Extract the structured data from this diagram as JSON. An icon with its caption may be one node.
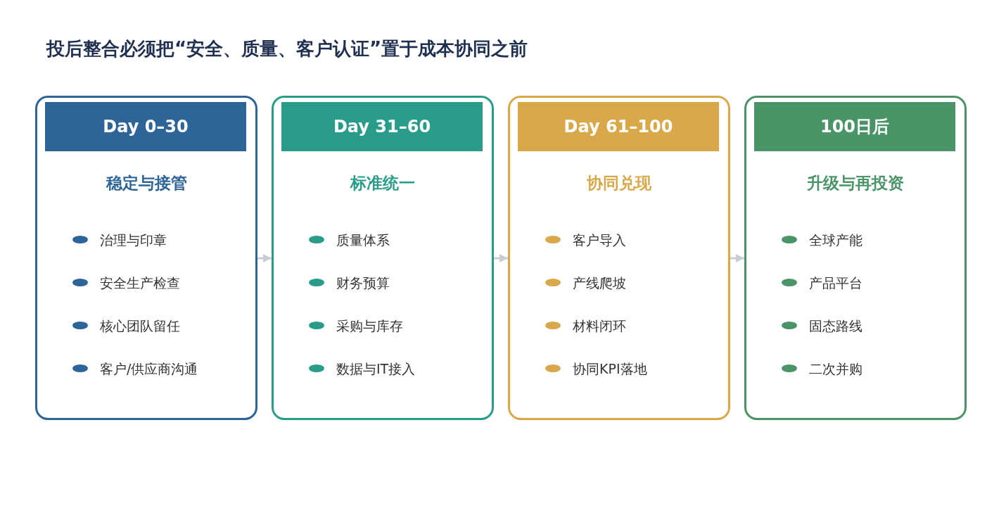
{
  "diagram": {
    "title": "投后整合必须把“安全、质量、客户认证”置于成本协同之前",
    "nodes": [
      {
        "text": [
          "稳定与接管",
          "治理与印章",
          "安全生产检查",
          "核心团队留任",
          "客户/供应商沟通"
        ]
      },
      {
        "text": [
          "Day 0–30"
        ],
        "in": 0
      },
      {
        "text": [
          "标准统一",
          "质量体系",
          "财务预算",
          "采购与库存",
          "数据与IT接入"
        ]
      },
      {
        "text": [
          "Day 31–60"
        ],
        "in": 2
      },
      {
        "text": [
          "协同兑现",
          "客户导入",
          "产线爬坡",
          "材料闭环",
          "协同KPI落地"
        ]
      },
      {
        "text": [
          "Day 61–100"
        ],
        "in": 4
      },
      {
        "text": [
          "升级与再投资",
          "全球产能",
          "产品平台",
          "固态路线",
          "二次并购"
        ]
      },
      {
        "text": [
          "100日后"
        ],
        "in": 6
      }
    ],
    "edges": [
      {
        "from": 0,
        "to": 2,
        "arrow": "to"
      },
      {
        "from": 2,
        "to": 4,
        "arrow": "to"
      },
      {
        "from": 4,
        "to": 6,
        "arrow": "to"
      }
    ]
  }
}
